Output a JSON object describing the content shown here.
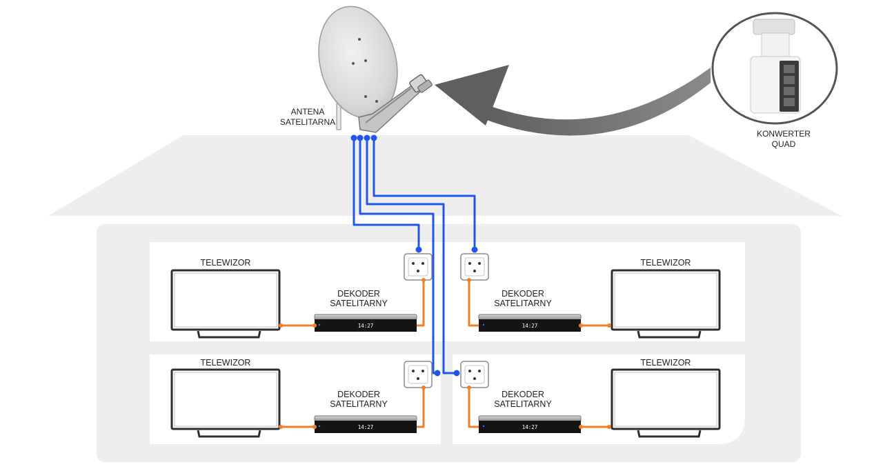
{
  "labels": {
    "antenna": [
      "ANTENA",
      "SATELITARNA"
    ],
    "converter": [
      "KONWERTER",
      "QUAD"
    ]
  },
  "rooms": [
    {
      "tv": "TELEWIZOR",
      "decoder": [
        "DEKODER",
        "SATELITARNY"
      ],
      "clock": "14:27"
    },
    {
      "tv": "TELEWIZOR",
      "decoder": [
        "DEKODER",
        "SATELITARNY"
      ],
      "clock": "14:27"
    },
    {
      "tv": "TELEWIZOR",
      "decoder": [
        "DEKODER",
        "SATELITARNY"
      ],
      "clock": "14:27"
    },
    {
      "tv": "TELEWIZOR",
      "decoder": [
        "DEKODER",
        "SATELITARNY"
      ],
      "clock": "14:27"
    }
  ],
  "colors": {
    "coax_cable": "#2156e8",
    "hdmi_cable": "#f07f2a",
    "house": "#eeeeee",
    "room": "#ffffff",
    "arrow": "#777777"
  }
}
